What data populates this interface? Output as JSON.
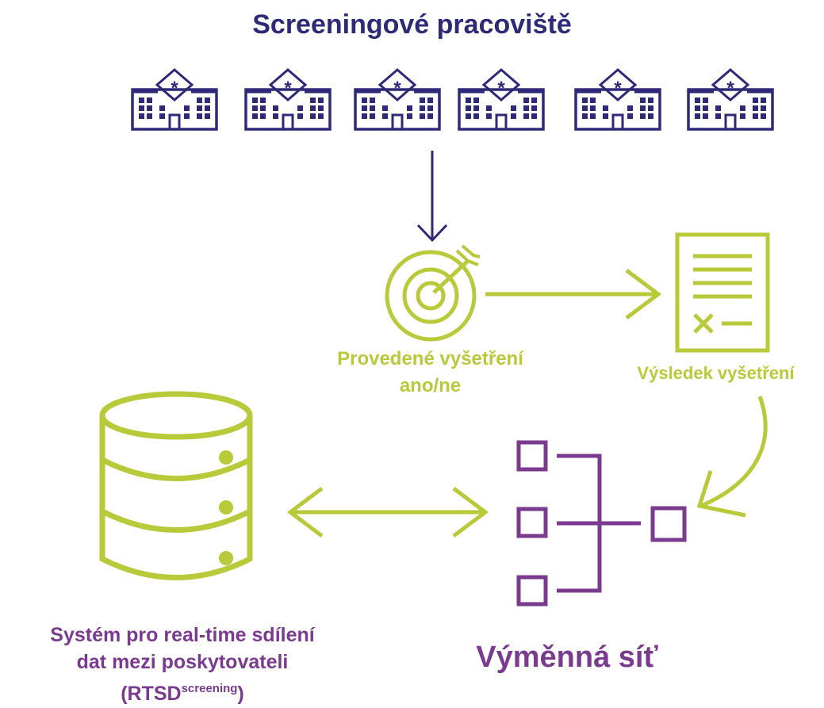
{
  "title": "Screeningové pracoviště",
  "hospital_count": 6,
  "icons": {
    "hospital": "hospital-building-icon",
    "target": "target-dart-icon",
    "document": "result-document-icon",
    "database": "database-icon",
    "network": "exchange-network-icon"
  },
  "labels": {
    "exam_line1": "Provedené vyšetření",
    "exam_line2": "ano/ne",
    "result": "Výsledek vyšetření",
    "system_line1": "Systém pro real-time sdílení",
    "system_line2": "dat mezi poskytovateli",
    "system_open": "(RTSD",
    "system_sup": "screening",
    "system_close": ")",
    "network": "Výměnná síť"
  },
  "colors": {
    "navy": "#2e2a78",
    "green": "#b8c93a",
    "purple": "#7a3b8f"
  }
}
